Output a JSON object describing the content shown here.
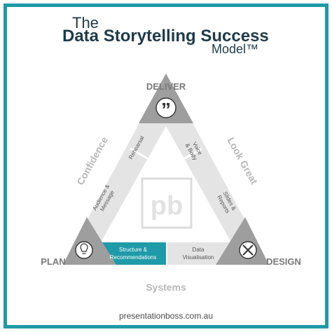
{
  "title": {
    "line1": "The",
    "line2": "Data Storytelling Success",
    "line3": "Model™"
  },
  "corners": {
    "top": "DELIVER",
    "left": "PLAN",
    "right": "DESIGN"
  },
  "sides": {
    "left": "Confidence",
    "right": "Look Great",
    "bottom": "Systems"
  },
  "segments": {
    "rehearsal": "Rehearsal",
    "audience_1": "Audience &",
    "audience_2": "Message",
    "voice_1": "Voice",
    "voice_2": "& Body",
    "slides_1": "Slides &",
    "slides_2": "Reports",
    "structure_1": "Structure &",
    "structure_2": "Recommendations",
    "data_1": "Data",
    "data_2": "Visualisation"
  },
  "footer": "presentationboss.com.au",
  "colors": {
    "accent": "#1f9aa8",
    "band_light": "#e6e6e6",
    "band_mid": "#d6d6d6",
    "corner": "#9e9e9e",
    "side_text": "#b8b8b8",
    "corner_text": "#7a7a7a",
    "title_text": "#1f3a4a"
  },
  "icons": [
    "quote-icon",
    "lightbulb-icon",
    "pencil-ruler-icon",
    "pb-logo"
  ]
}
